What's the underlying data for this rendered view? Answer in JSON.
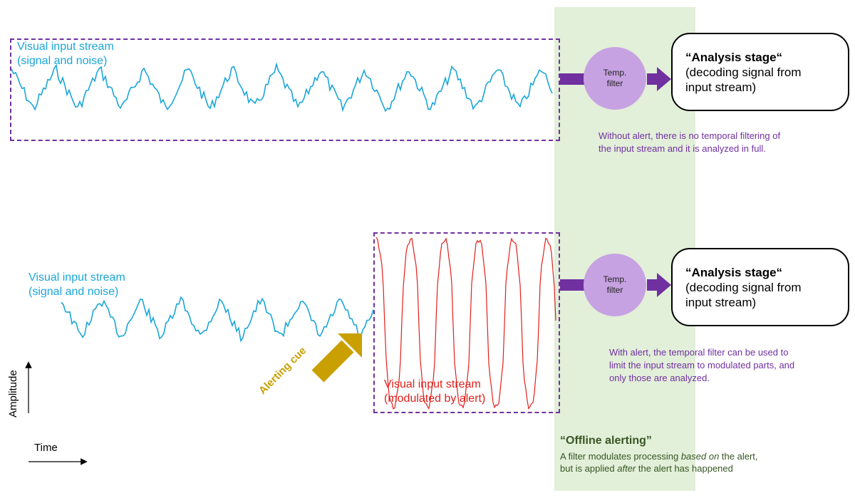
{
  "colors": {
    "stream": "#1aa6d9",
    "modulated": "#e0201b",
    "filter_purple": "#7030a0",
    "filter_circle": "#c7a2e2",
    "band": "#e2efd9",
    "cue": "#c9a000",
    "note_green": "#375623"
  },
  "top": {
    "stream_label": [
      "Visual input stream",
      "(signal and noise)"
    ],
    "filter_label": [
      "Temp.",
      "filter"
    ],
    "analysis_title": "“Analysis stage“",
    "analysis_text": [
      "(decoding signal from",
      "input stream)"
    ],
    "note": [
      "Without alert, there is no temporal filtering of",
      "the input stream and it is analyzed in full."
    ]
  },
  "bottom": {
    "stream_label": [
      "Visual input stream",
      "(signal and noise)"
    ],
    "modulated_label": [
      "Visual input stream",
      "(modulated by alert)"
    ],
    "filter_label": [
      "Temp.",
      "filter"
    ],
    "analysis_title": "“Analysis stage“",
    "analysis_text": [
      "(decoding signal from",
      "input stream)"
    ],
    "note": [
      "With alert, the temporal filter can be used to",
      "limit the input stream to modulated parts, and",
      "only those are analyzed."
    ],
    "cue_label": "Alerting cue"
  },
  "offline": {
    "title": "“Offline alerting”",
    "line1_pre": "A filter modulates processing ",
    "line1_em": "based on",
    "line1_post": " the alert,",
    "line2_pre": "but is applied ",
    "line2_em": "after",
    "line2_post": " the alert has happened"
  },
  "axes": {
    "y_label": "Amplitude",
    "x_label": "Time"
  }
}
